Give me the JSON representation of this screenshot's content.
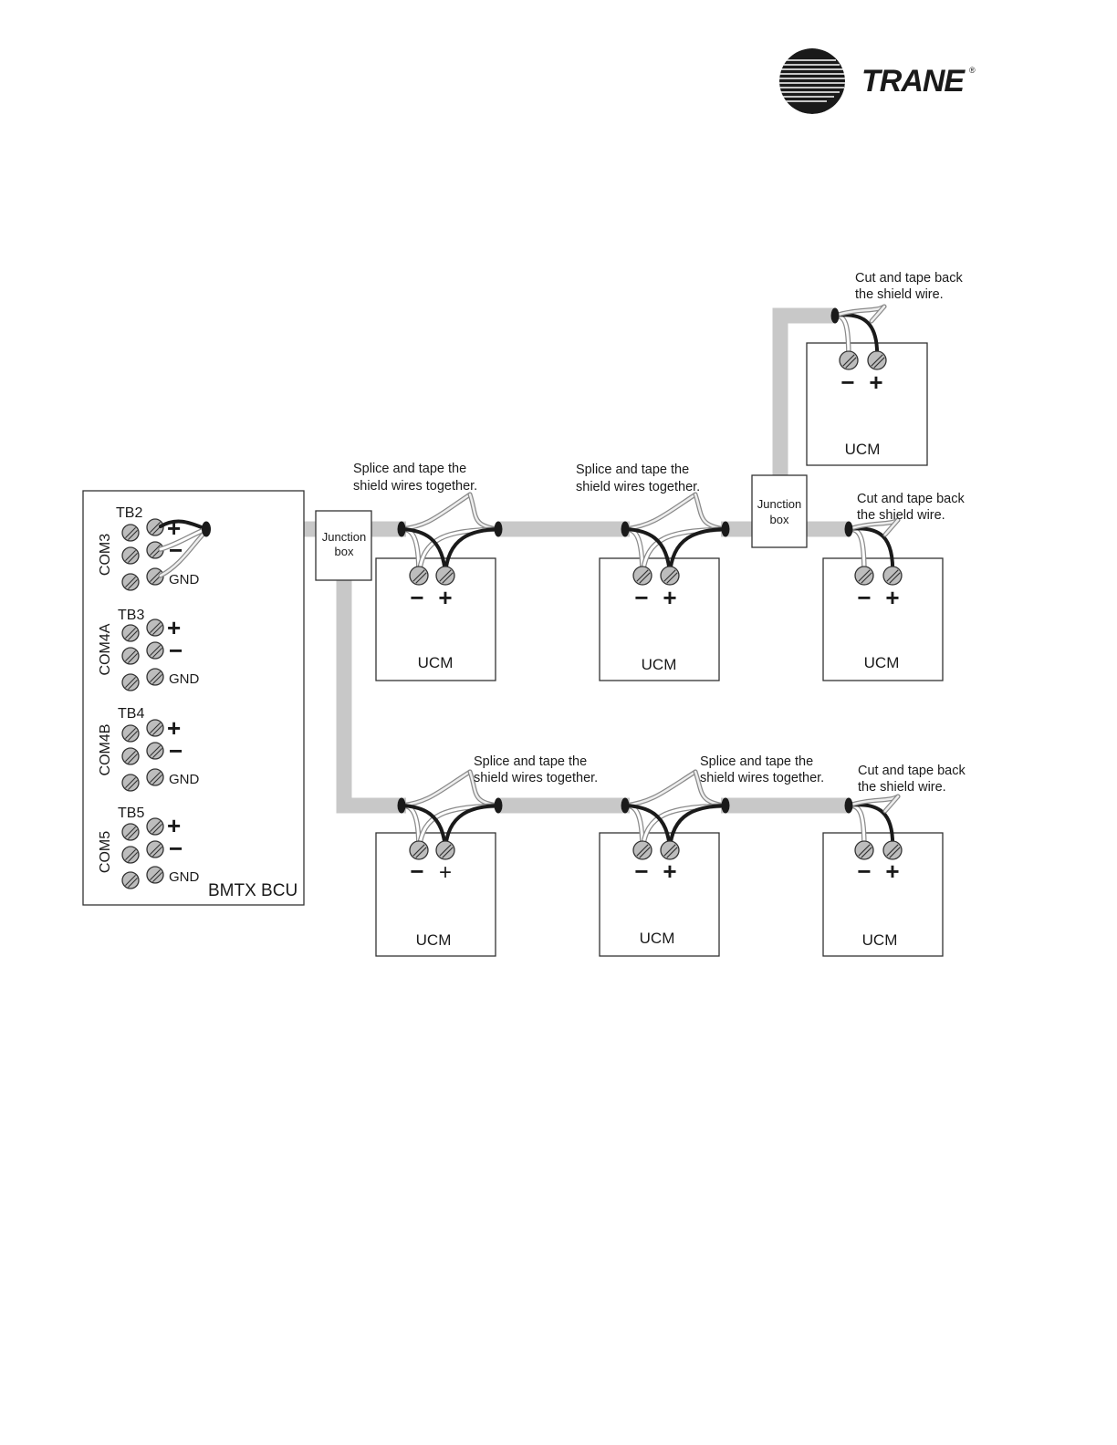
{
  "brand": {
    "name": "TRANE",
    "registered_mark": "®"
  },
  "bcu": {
    "label": "BMTX BCU",
    "groups": [
      {
        "block": "TB2",
        "port": "COM3"
      },
      {
        "block": "TB3",
        "port": "COM4A"
      },
      {
        "block": "TB4",
        "port": "COM4B"
      },
      {
        "block": "TB5",
        "port": "COM5"
      }
    ],
    "terminal_labels": {
      "plus": "+",
      "minus": "−",
      "gnd": "GND"
    }
  },
  "junction_boxes": [
    {
      "line1": "Junction",
      "line2": "box"
    },
    {
      "line1": "Junction",
      "line2": "box"
    }
  ],
  "notes": {
    "splice_line1": "Splice and tape the",
    "splice_line2": "shield wires together.",
    "cut_line1": "Cut and tape back",
    "cut_line2": "the shield wire."
  },
  "ucm": {
    "label": "UCM",
    "minus": "−",
    "plus": "+"
  },
  "colors": {
    "cable": "#c8c8c8",
    "black_wire": "#1a1a1a",
    "white_wire": "#ffffff",
    "outline": "#333333"
  }
}
